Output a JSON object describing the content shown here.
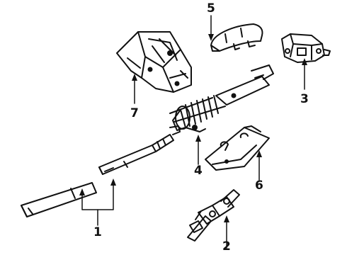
{
  "diagram": {
    "callouts": [
      {
        "id": "1",
        "label": "1"
      },
      {
        "id": "2",
        "label": "2"
      },
      {
        "id": "3",
        "label": "3"
      },
      {
        "id": "4",
        "label": "4"
      },
      {
        "id": "5",
        "label": "5"
      },
      {
        "id": "6",
        "label": "6"
      },
      {
        "id": "7",
        "label": "7"
      }
    ],
    "colors": {
      "ink": "#111111",
      "paper": "#ffffff"
    }
  }
}
